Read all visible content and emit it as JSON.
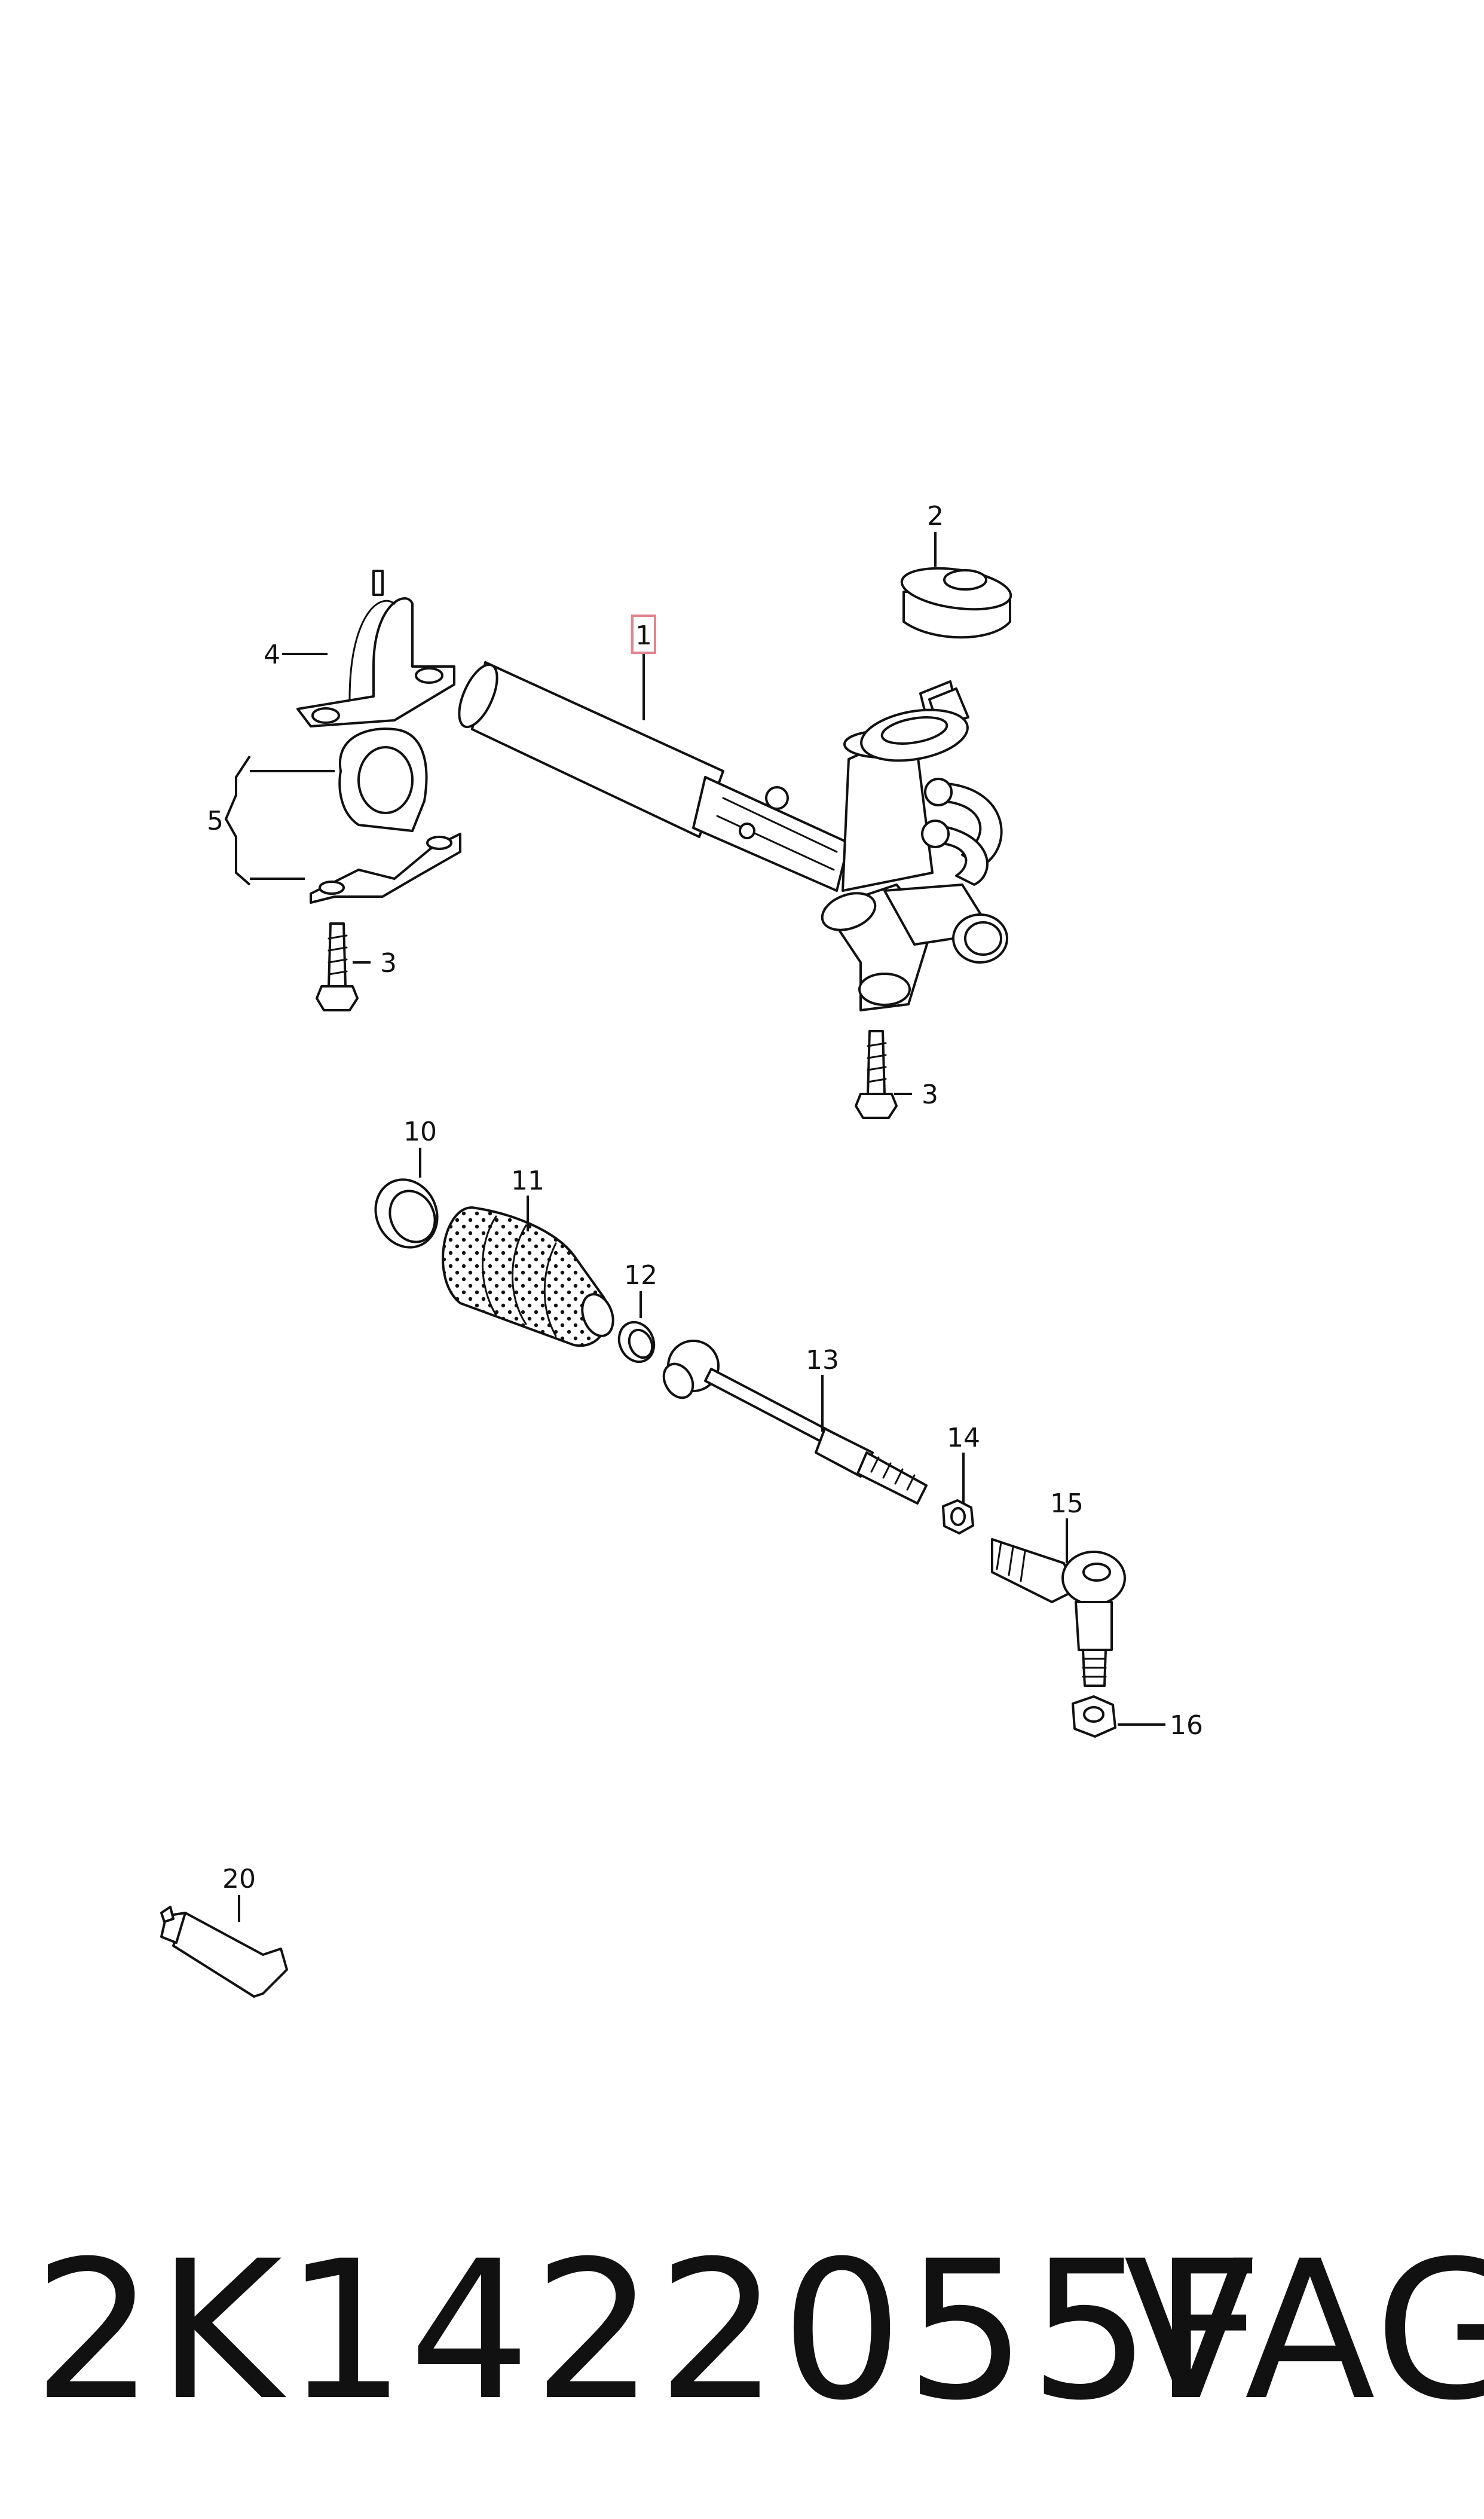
{
  "callouts": {
    "c1": "1",
    "c2": "2",
    "c3a": "3",
    "c3b": "3",
    "c4": "4",
    "c5": "5",
    "c10": "10",
    "c11": "11",
    "c12": "12",
    "c13": "13",
    "c14": "14",
    "c15": "15",
    "c16": "16",
    "c20": "20"
  },
  "footer": {
    "part_number": "2K1422055F",
    "brand": "VAG"
  },
  "colors": {
    "line": "#111111",
    "highlight_box": "#e2848f",
    "background": "#ffffff"
  }
}
